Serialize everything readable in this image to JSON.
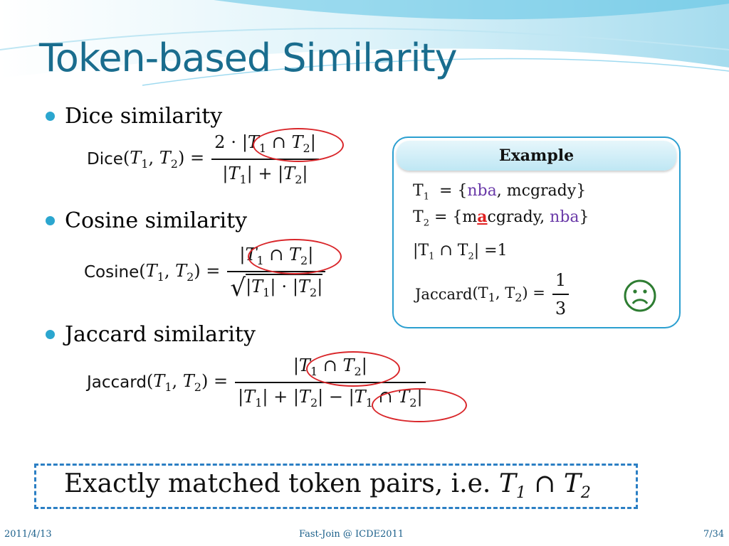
{
  "slide": {
    "title": "Token-based Similarity",
    "footer_date": "2011/4/13",
    "footer_center": "Fast-Join @ ICDE2011",
    "footer_page": "7/34"
  },
  "bullets": [
    {
      "label": "Dice  similarity"
    },
    {
      "label": "Cosine  similarity"
    },
    {
      "label": "Jaccard  similarity"
    }
  ],
  "formulas": {
    "dice_name": "Dice",
    "cosine_name": "Cosine",
    "jaccard_name": "Jaccard",
    "dice_coef": "2"
  },
  "example": {
    "header": "Example",
    "t1_label": "T",
    "t1_sub": "1",
    "t1_token_a": "nba",
    "t1_token_b": "mcgrady",
    "t2_label": "T",
    "t2_sub": "2",
    "t2_token_a_pre": "m",
    "t2_token_a_mid": "a",
    "t2_token_a_post": "cgrady",
    "t2_token_b": "nba",
    "intersection_value": "1",
    "jaccard_label": "Jaccard",
    "jaccard_num": "1",
    "jaccard_den": "3",
    "face_icon": "sad-face-icon"
  },
  "note": {
    "text": "Exactly matched token pairs, i.e. "
  },
  "colors": {
    "title": "#1a6d8e",
    "accent": "#2ba6cf",
    "highlight_ring": "#d9262a",
    "token_purple": "#6a3aa8",
    "mismatch_red": "#e02020",
    "sad_face": "#2e7d32"
  }
}
